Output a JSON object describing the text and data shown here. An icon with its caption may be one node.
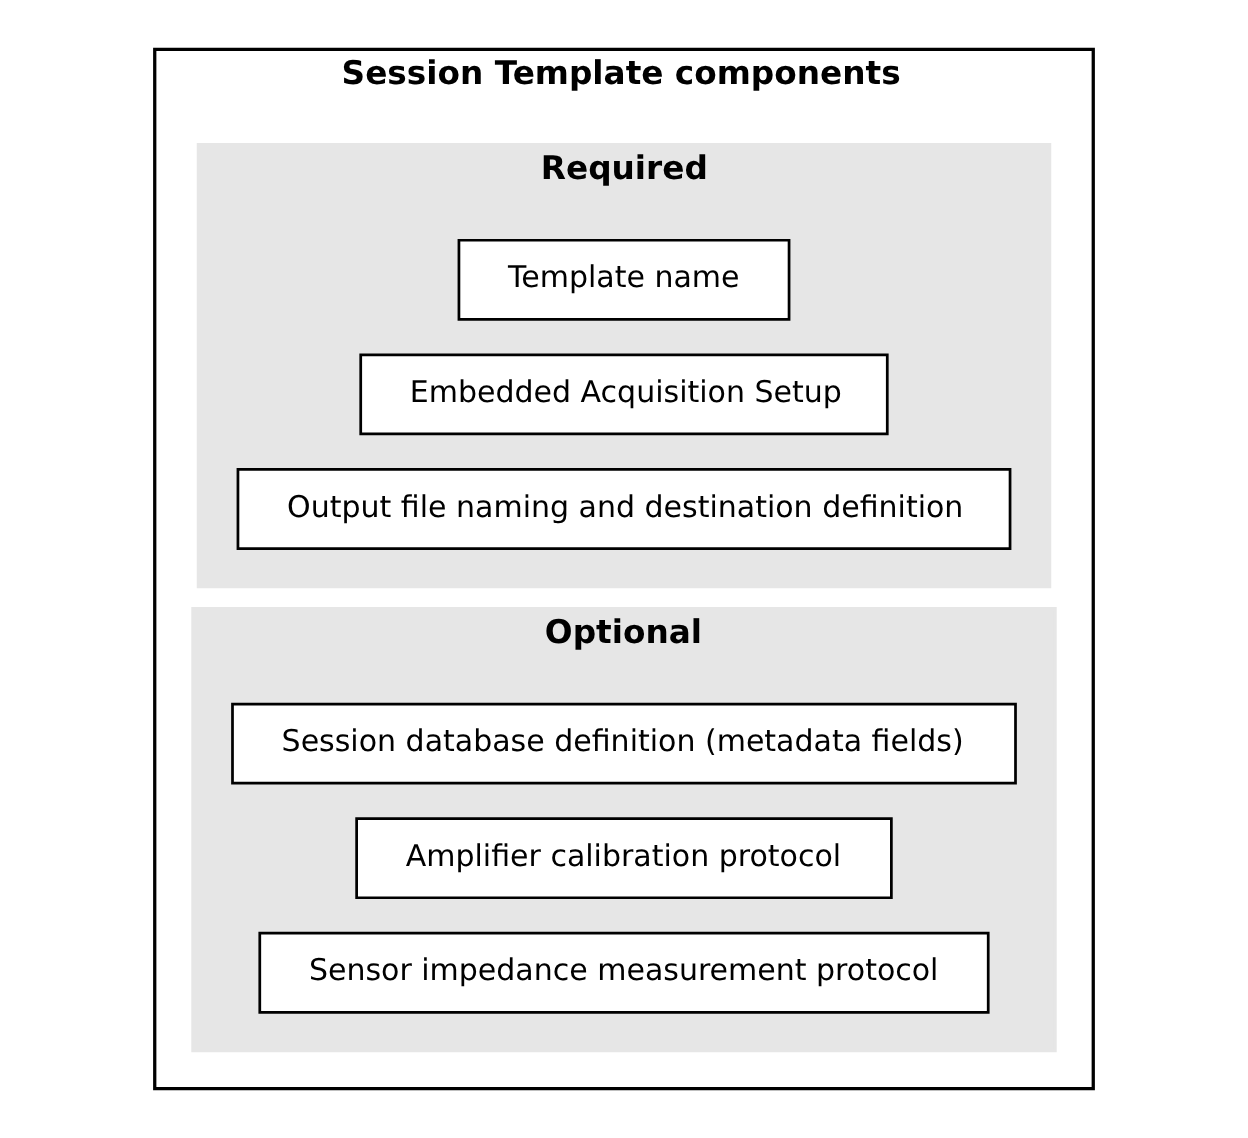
{
  "diagram": {
    "nodes": [
      {
        "text": [
          "Session Template components"
        ]
      },
      {
        "text": [
          "Required"
        ],
        "in": 0
      },
      {
        "text": [
          "Template name"
        ],
        "in": 1
      },
      {
        "text": [
          "Embedded Acquisition Setup"
        ],
        "in": 1
      },
      {
        "text": [
          "Output file naming and destination definition"
        ],
        "in": 1
      },
      {
        "text": [
          "Optional"
        ],
        "in": 0
      },
      {
        "text": [
          "Session database definition (metadata fields)"
        ],
        "in": 5
      },
      {
        "text": [
          "Amplifier calibration protocol"
        ],
        "in": 5
      },
      {
        "text": [
          "Sensor impedance measurement protocol"
        ],
        "in": 5
      }
    ]
  }
}
